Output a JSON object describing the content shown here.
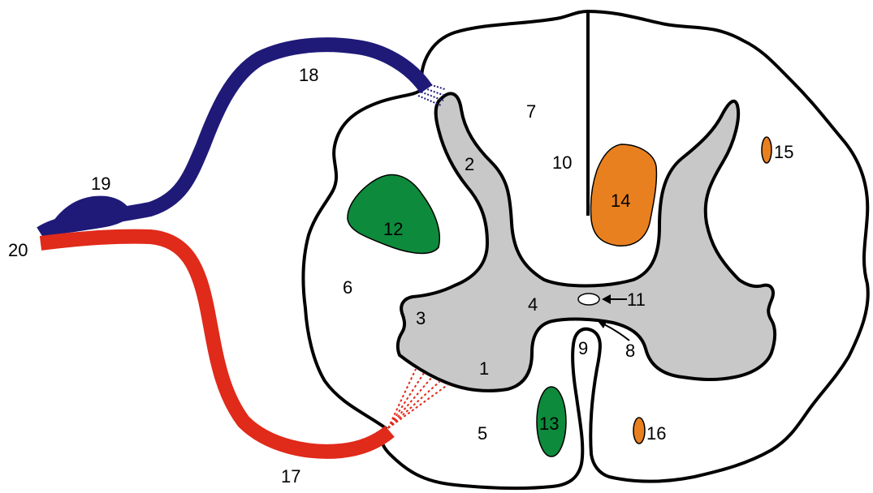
{
  "colors": {
    "white_matter": "#ffffff",
    "gray_matter": "#c8c8c8",
    "outline": "#000000",
    "dorsal_root": "#1f1a78",
    "ventral_root": "#e02a1a",
    "green_tract": "#0e8a3c",
    "orange_tract": "#e8801f",
    "central_canal": "#ffffff"
  },
  "labels": {
    "l1": "1",
    "l2": "2",
    "l3": "3",
    "l4": "4",
    "l5": "5",
    "l6": "6",
    "l7": "7",
    "l8": "8",
    "l9": "9",
    "l10": "10",
    "l11": "11",
    "l12": "12",
    "l13": "13",
    "l14": "14",
    "l15": "15",
    "l16": "16",
    "l17": "17",
    "l18": "18",
    "l19": "19",
    "l20": "20"
  }
}
